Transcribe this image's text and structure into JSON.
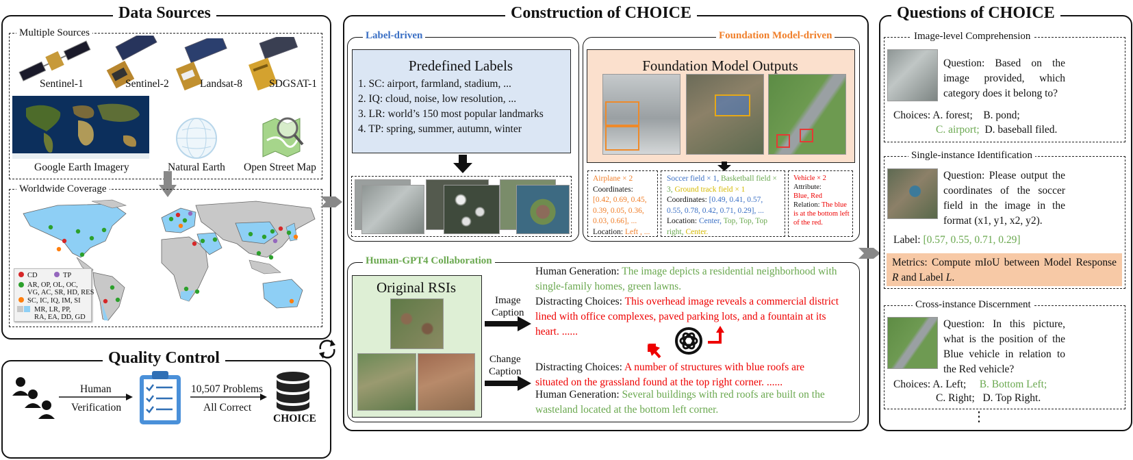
{
  "data_sources": {
    "title": "Data Sources",
    "multiple_sources": "Multiple Sources",
    "satellites": [
      "Sentinel-1",
      "Sentinel-2",
      "Landsat-8",
      "SDGSAT-1"
    ],
    "imagery": [
      "Google Earth Imagery",
      "Natural Earth",
      "Open Street Map"
    ],
    "worldwide": "Worldwide Coverage",
    "legend": {
      "cd": "CD",
      "tp": "TP",
      "green_row1": "AR, OP, OL, OC,",
      "green_row2": "VG, AC, SR, HD, RES",
      "orange_row": "SC, IC, IQ, IM, SI",
      "gray_row1": "MR, LR, PP,",
      "gray_row2": "RA, EA, DD, GD"
    },
    "colors": {
      "cd": "#d62728",
      "tp": "#9467bd",
      "green": "#2ca02c",
      "orange": "#ff7f0e",
      "land": "#c8c8c8",
      "highlight": "#8ecff5"
    }
  },
  "quality_control": {
    "title": "Quality Control",
    "human": "Human",
    "verification": "Verification",
    "problems": "10,507 Problems",
    "all_correct": "All Correct",
    "choice": "CHOICE"
  },
  "construction": {
    "title": "Construction of CHOICE",
    "label_driven": {
      "title": "Label-driven",
      "box_title": "Predefined Labels",
      "items": [
        "1.  SC: airport, farmland, stadium, ...",
        "2.  IQ: cloud, noise, low resolution, ...",
        "3.  LR: world’s 150 most popular landmarks",
        "4.  TP: spring, summer, autumn, winter"
      ]
    },
    "foundation": {
      "title": "Foundation  Model-driven",
      "box_title": "Foundation Model Outputs",
      "col1": {
        "head": "Airplane × 2",
        "coords_label": "Coordinates:",
        "coords": "[0.42, 0.69, 0.45, 0.39, 0.05, 0.36, 0.03, 0.66], ...",
        "loc_label": "Location:",
        "loc": "Left , ..."
      },
      "col2": {
        "head_a": "Soccer field × 1,",
        "head_b": "Basketball field × 3,",
        "head_c": "Ground track field × 1",
        "coords_label": "Coordinates:",
        "coords": "[0.49, 0.41, 0.57, 0.55, 0.78, 0.42, 0.71, 0.29], ...",
        "loc_label": "Location:",
        "loc_a": "Center,",
        "loc_b": "Top, Top, Top",
        "loc_c": "right,",
        "loc_d": "Center."
      },
      "col3": {
        "head": "Vehicle × 2",
        "attr_label": "Attribute:",
        "attr": "Blue, Red",
        "rel_label": "Relation:",
        "rel": "The blue is at the bottom left of the red."
      }
    },
    "human_gpt": {
      "title": "Human-GPT4  Collaboration",
      "box_title": "Original RSIs",
      "image_caption": [
        "Image",
        "Caption"
      ],
      "change_caption": [
        "Change",
        "Caption"
      ],
      "hg_label": "Human Generation:",
      "hg1": "The image depicts a residential neighborhood with single-family homes, green lawns.",
      "dc_label": "Distracting Choices:",
      "dc1": "This overhead image reveals a commercial district lined with office complexes, paved parking lots, and a fountain at its heart. ......",
      "dc2": "A number of structures with blue roofs are situated on the grassland found at the top right corner. ......",
      "hg2": "Several buildings with red roofs are built on the wasteland located at the bottom left corner."
    }
  },
  "questions": {
    "title": "Questions of CHOICE",
    "q1": {
      "head": "Image-level Comprehension",
      "question": "Question: Based on the image provided, which category does it belong to?",
      "choices_a": "Choices: A. forest;",
      "choices_b": "B. pond;",
      "choices_c": "C. airport;",
      "choices_d": "D. baseball filed."
    },
    "q2": {
      "head": "Single-instance Identification",
      "question": "Question: Please output the coordinates of the soccer field in the image in the format (x1, y1, x2, y2).",
      "label_prefix": "Label:",
      "label_value": "[0.57, 0.55, 0.71, 0.29]",
      "metrics": "Metrics: Compute mIoU between Model Response R and Label L."
    },
    "q3": {
      "head": "Cross-instance Discernment",
      "question": "Question: In this picture, what is the position of the Blue vehicle in relation to the Red vehicle?",
      "choices_a": "Choices: A. Left;",
      "choices_b": "B. Bottom Left;",
      "choices_c": "C. Right;",
      "choices_d": "D. Top Right.",
      "more": "⋮"
    }
  }
}
